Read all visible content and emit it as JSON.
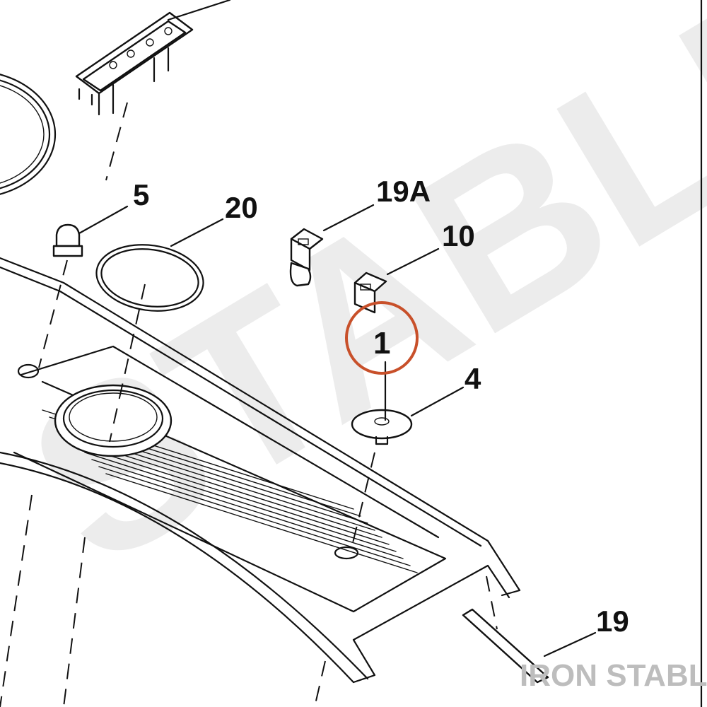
{
  "callouts": {
    "part_5": "5",
    "part_20": "20",
    "part_19a": "19A",
    "part_10": "10",
    "part_1": "1",
    "part_4": "4",
    "part_19": "19"
  },
  "highlight": {
    "target": "1",
    "color": "#c8502a"
  },
  "watermarks": {
    "background": "STABLE",
    "corner": "IRON STABLE"
  },
  "colors": {
    "line": "#111111",
    "background": "#ffffff",
    "watermark_bg": "#ececec",
    "watermark_corner": "#bdbdbd"
  }
}
